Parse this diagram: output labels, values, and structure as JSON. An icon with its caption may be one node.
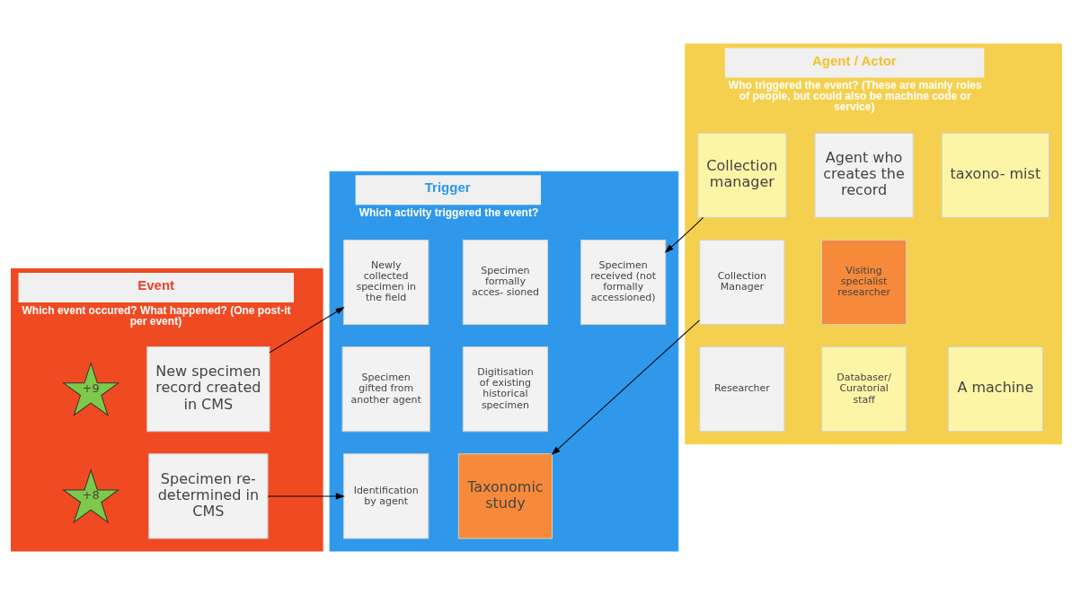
{
  "diagram": {
    "nodes": [
      {
        "text": [
          "Event",
          "Which event occured? What happened? (One post-it per event)"
        ]
      },
      {
        "text": [
          "+9"
        ],
        "in": 0
      },
      {
        "text": [
          "New specimen record created in CMS"
        ],
        "in": 0
      },
      {
        "text": [
          "+8"
        ],
        "in": 0
      },
      {
        "text": [
          "Specimen re- determined in CMS"
        ],
        "in": 0
      },
      {
        "text": [
          "Trigger",
          "Which activity triggered the event?"
        ]
      },
      {
        "text": [
          "Newly collected specimen in the field"
        ],
        "in": 5
      },
      {
        "text": [
          "Specimen formally acces- sioned"
        ],
        "in": 5
      },
      {
        "text": [
          "Specimen received (not formally accessioned)"
        ],
        "in": 5
      },
      {
        "text": [
          "Specimen gifted from another agent"
        ],
        "in": 5
      },
      {
        "text": [
          "Digitisation of existing historical specimen"
        ],
        "in": 5
      },
      {
        "text": [
          "Identification by agent"
        ],
        "in": 5
      },
      {
        "text": [
          "Taxonomic study"
        ],
        "in": 5
      },
      {
        "text": [
          "Agent / Actor",
          "Who triggered the event? (These are mainly roles of people, but could also be machine code or service)"
        ]
      },
      {
        "text": [
          "Collection manager"
        ],
        "in": 13
      },
      {
        "text": [
          "Agent who creates the record"
        ],
        "in": 13
      },
      {
        "text": [
          "Collection Manager"
        ],
        "in": 13
      },
      {
        "text": [
          "Visiting specialist researcher"
        ],
        "in": 13
      },
      {
        "text": [
          "taxono- mist"
        ],
        "in": 13
      },
      {
        "text": [
          "Researcher"
        ],
        "in": 13
      },
      {
        "text": [
          "Databaser/ Curatorial staff"
        ],
        "in": 13
      },
      {
        "text": [
          "A machine"
        ],
        "in": 13
      }
    ],
    "edges": [
      {
        "from": 2,
        "to": 6,
        "arrow": "to"
      },
      {
        "from": 14,
        "to": 8,
        "arrow": "to"
      },
      {
        "from": 4,
        "to": 11,
        "arrow": "to"
      },
      {
        "from": 16,
        "to": 12,
        "arrow": "to"
      }
    ]
  }
}
